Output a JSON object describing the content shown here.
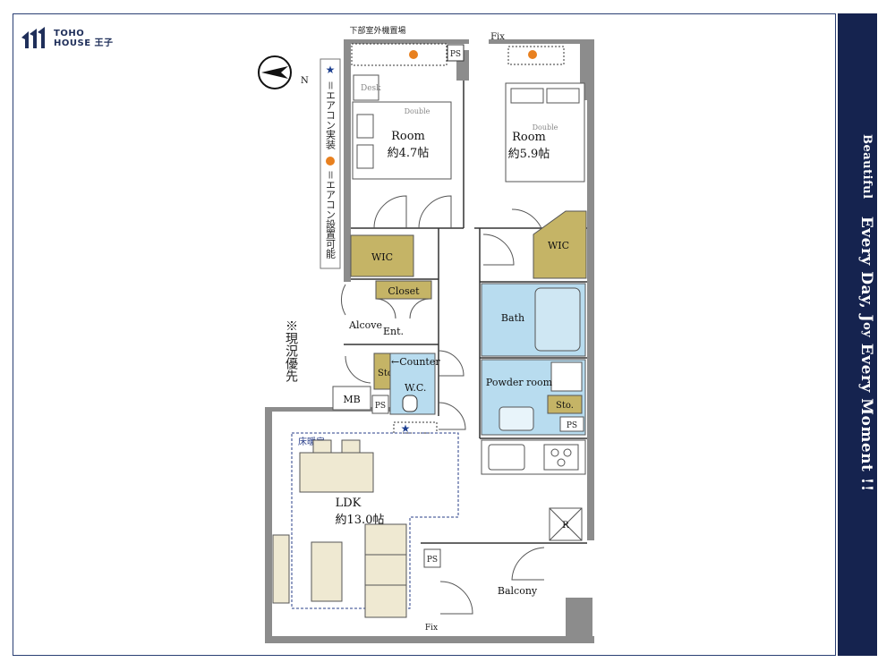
{
  "brand": {
    "line1": "TOHO",
    "line2": "HOUSE 王子"
  },
  "tagline": {
    "part1": "Beautiful",
    "part2": "Every Day, ",
    "joy_j": "J",
    "joy_rest": "oy",
    "part3": " Every Moment !!"
  },
  "legend": {
    "star_text": "＝エアコン実装",
    "dot_text": "＝エアコン設置可能"
  },
  "notice": "※現況優先",
  "labels": {
    "outdoor_unit": "下部室外機置場",
    "fix_top": "Fix",
    "fix_bottom": "Fix",
    "ps1": "PS",
    "ps2": "PS",
    "ps3": "PS",
    "ps4": "PS",
    "desk": "Desk",
    "double1": "Double",
    "double2": "Double",
    "room1_name": "Room",
    "room1_size": "約4.7帖",
    "room2_name": "Room",
    "room2_size": "約5.9帖",
    "wic1": "WIC",
    "wic2": "WIC",
    "closet": "Closet",
    "alcove": "Alcove",
    "entrance": "Ent.",
    "bath": "Bath",
    "counter": "←Counter",
    "storage1": "Sto.",
    "storage2": "Sto.",
    "wc": "W.C.",
    "powder_room": "Powder room",
    "mb": "MB",
    "floor_heating": "床暖房",
    "ldk_name": "LDK",
    "ldk_size": "約13.0帖",
    "refrigerator": "R",
    "balcony": "Balcony"
  },
  "colors": {
    "navy": "#15234f",
    "wic": "#c5b466",
    "wet": "#b8dcef",
    "ac_dot": "#e8801f",
    "wall": "#8c8c8c"
  }
}
